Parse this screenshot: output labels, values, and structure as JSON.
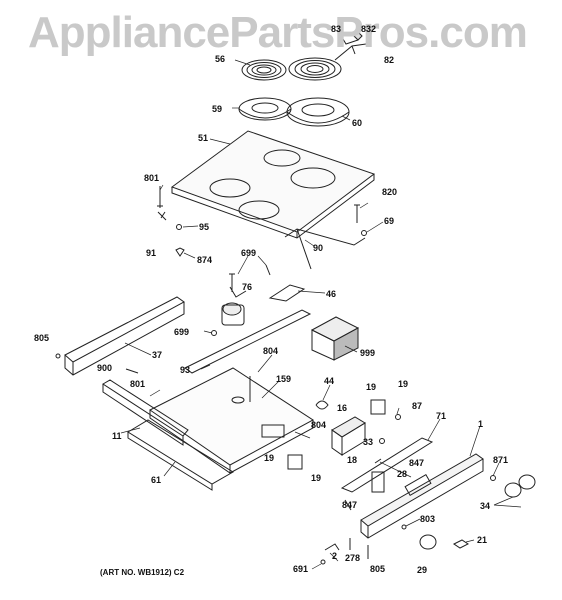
{
  "watermark": "AppliancePartsPros.com",
  "art_number": "(ART NO. WB1912) C2",
  "labels": {
    "l832": "832",
    "l83": "83",
    "l82": "82",
    "l56": "56",
    "l59": "59",
    "l60": "60",
    "l51": "51",
    "l801a": "801",
    "l95": "95",
    "l91": "91",
    "l874": "874",
    "l820": "820",
    "l69": "69",
    "l90": "90",
    "l699a": "699",
    "l76": "76",
    "l46": "46",
    "l805a": "805",
    "l699b": "699",
    "l37": "37",
    "l999": "999",
    "l93": "93",
    "l804a": "804",
    "l900": "900",
    "l159": "159",
    "l801b": "801",
    "l44": "44",
    "l19a": "19",
    "l19b": "19",
    "l87": "87",
    "l16": "16",
    "l71": "71",
    "l1": "1",
    "l804b": "804",
    "l11": "11",
    "l33": "33",
    "l18": "18",
    "l19c": "19",
    "l19d": "19",
    "l847a": "847",
    "l28": "28",
    "l871": "871",
    "l61": "61",
    "l847b": "847",
    "l34": "34",
    "l803": "803",
    "l21": "21",
    "l2": "2",
    "l691": "691",
    "l278": "278",
    "l805b": "805",
    "l29": "29"
  }
}
